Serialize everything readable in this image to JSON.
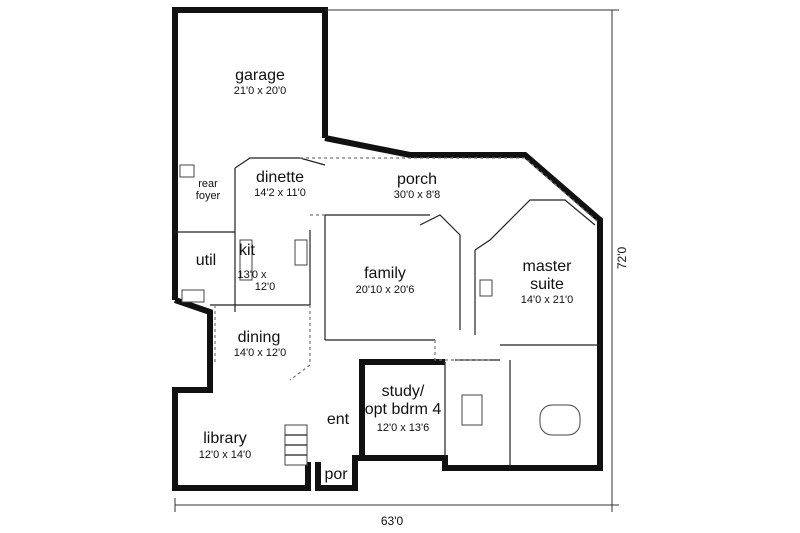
{
  "rooms": {
    "garage": {
      "name": "garage",
      "size": "21'0 x 20'0"
    },
    "dinette": {
      "name": "dinette",
      "size": "14'2 x 11'0"
    },
    "rear_foyer": {
      "line1": "rear",
      "line2": "foyer"
    },
    "porch": {
      "name": "porch",
      "size": "30'0 x 8'8"
    },
    "kit": {
      "name": "kit",
      "size_line1": "13'0 x",
      "size_line2": "12'0"
    },
    "util": {
      "name": "util"
    },
    "family": {
      "name": "family",
      "size": "20'10 x 20'6"
    },
    "master": {
      "line1": "master",
      "line2": "suite",
      "size": "14'0 x 21'0"
    },
    "dining": {
      "name": "dining",
      "size": "14'0 x 12'0"
    },
    "study": {
      "line1": "study/",
      "line2": "opt bdrm 4",
      "size": "12'0 x 13'6"
    },
    "ent": {
      "name": "ent"
    },
    "library": {
      "name": "library",
      "size": "12'0 x 14'0"
    },
    "por": {
      "name": "por"
    }
  },
  "dimensions": {
    "width": "63'0",
    "depth": "72'0"
  }
}
